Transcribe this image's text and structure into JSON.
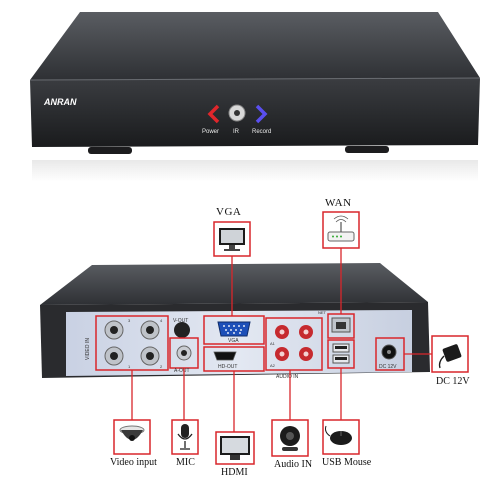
{
  "brand": "ANRAN",
  "front_panel": {
    "power_label": "Power",
    "ir_label": "IR",
    "record_label": "Record",
    "power_color": "#e0262b",
    "record_color": "#5a4ff0"
  },
  "rear_panel": {
    "video_in_label": "VIDEO IN",
    "v_out_label": "V-OUT",
    "a_out_label": "A-OUT",
    "vga_port_label": "VGA",
    "hd_out_label": "HD-OUT",
    "audio_in_label": "AUDIO IN",
    "net_label": "NET",
    "dc_label": "DC 12V",
    "a1_label": "A1",
    "a2_label": "A2",
    "ch1_label": "1",
    "ch2_label": "2",
    "ch3_label": "3",
    "ch4_label": "4"
  },
  "callouts": {
    "vga": "VGA",
    "wan": "WAN",
    "video_input": "Video input",
    "mic": "MIC",
    "hdmi": "HDMI",
    "audio_in": "Audio IN",
    "usb_mouse": "USB Mouse",
    "dc_12v": "DC 12V"
  },
  "accent_color": "#d9262b"
}
